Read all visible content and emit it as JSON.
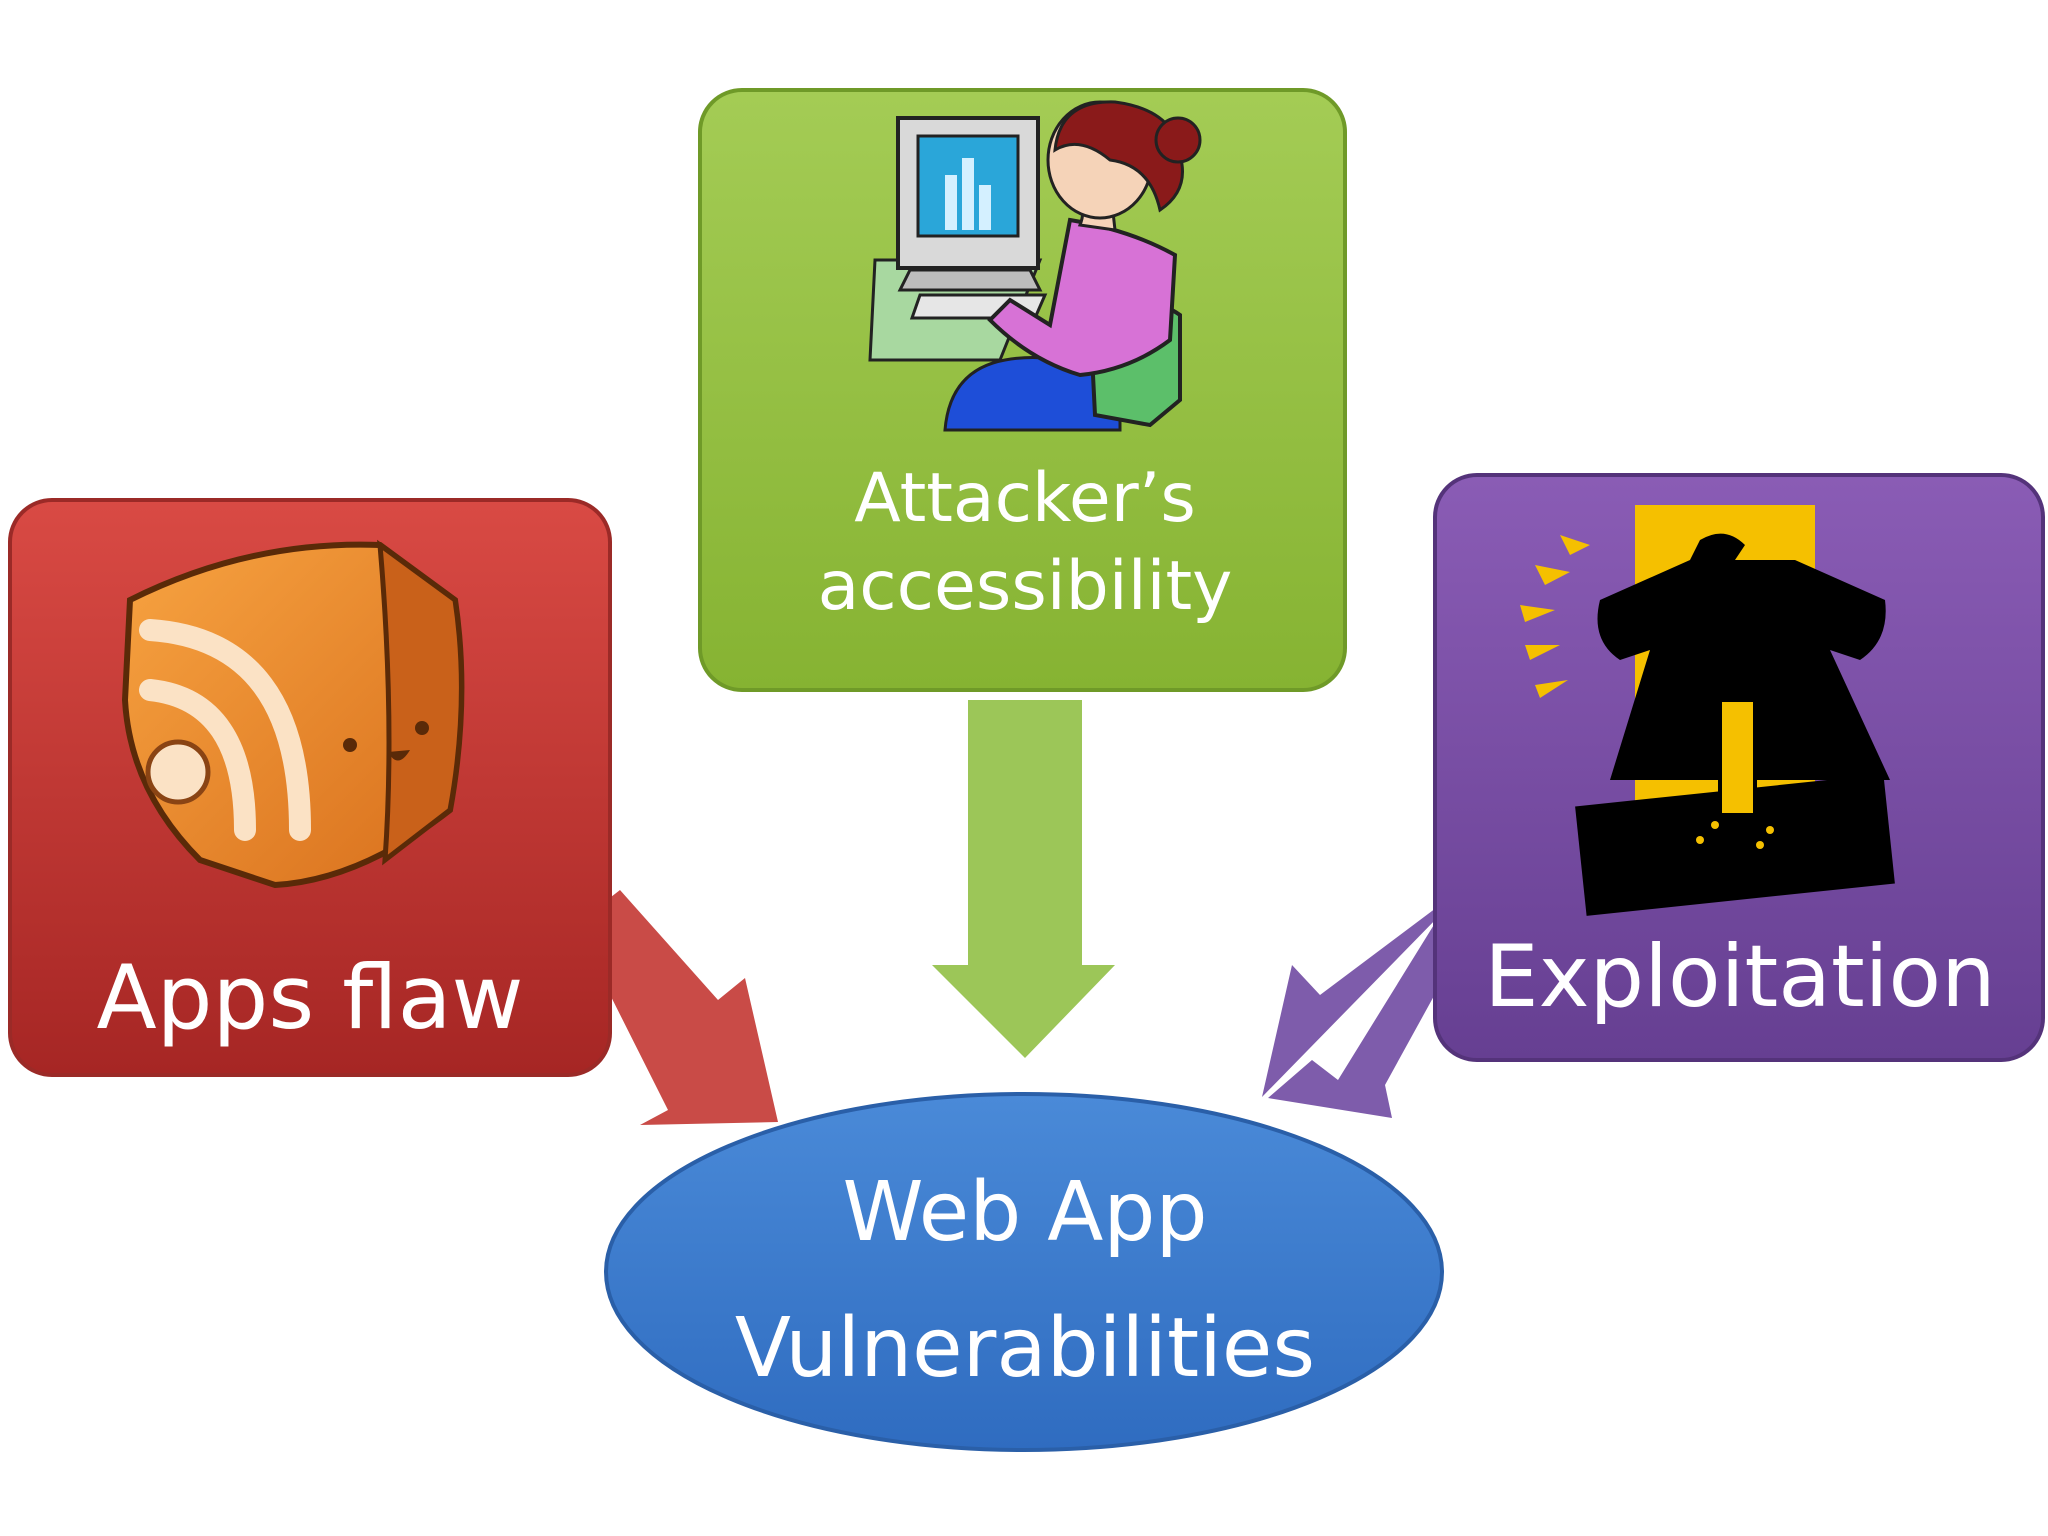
{
  "nodes": {
    "apps_flaw": {
      "label": "Apps flaw",
      "color": "#c8332f"
    },
    "attackers_accessibility": {
      "line1": "Attacker’s",
      "line2": "accessibility",
      "color": "#92bf3d"
    },
    "exploitation": {
      "label": "Exploitation",
      "color": "#7a4aa3"
    },
    "web_app_vulnerabilities": {
      "line1": "Web App",
      "line2": "Vulnerabilities",
      "color": "#3c7ecf"
    }
  },
  "icons": {
    "apps_flaw": "rss-cube-icon",
    "attackers_accessibility": "person-at-computer-icon",
    "exploitation": "jackhammer-worker-icon"
  }
}
